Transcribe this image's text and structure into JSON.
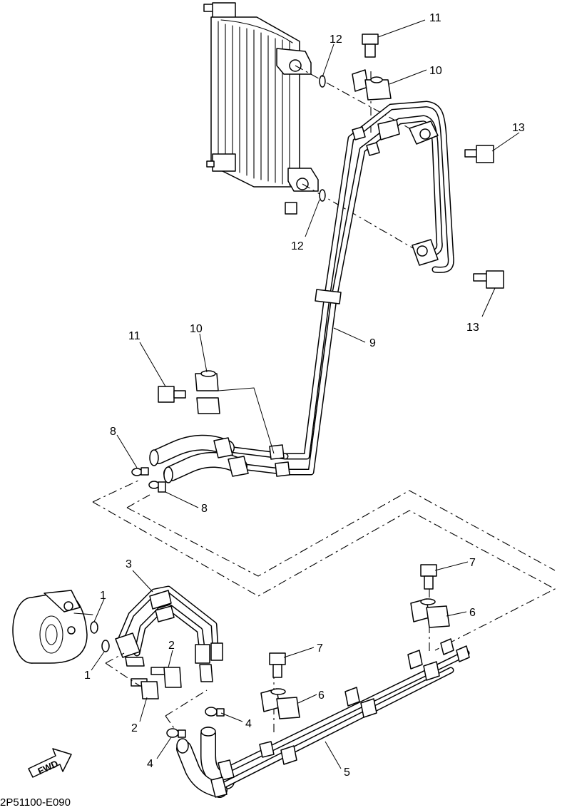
{
  "drawing_code": "2P51100-E090",
  "fwd_label": "FWD",
  "callouts": {
    "c11_top": "11",
    "c12_top": "12",
    "c10_top": "10",
    "c13_top": "13",
    "c12_mid": "12",
    "c13_mid": "13",
    "c9": "9",
    "c11_left": "11",
    "c10_left": "10",
    "c8_top": "8",
    "c8_bottom": "8",
    "c3": "3",
    "c1_top": "1",
    "c1_bottom": "1",
    "c2_right": "2",
    "c2_left": "2",
    "c7_right": "7",
    "c7_mid": "7",
    "c6_right": "6",
    "c6_mid": "6",
    "c4_right": "4",
    "c4_left": "4",
    "c5": "5"
  }
}
